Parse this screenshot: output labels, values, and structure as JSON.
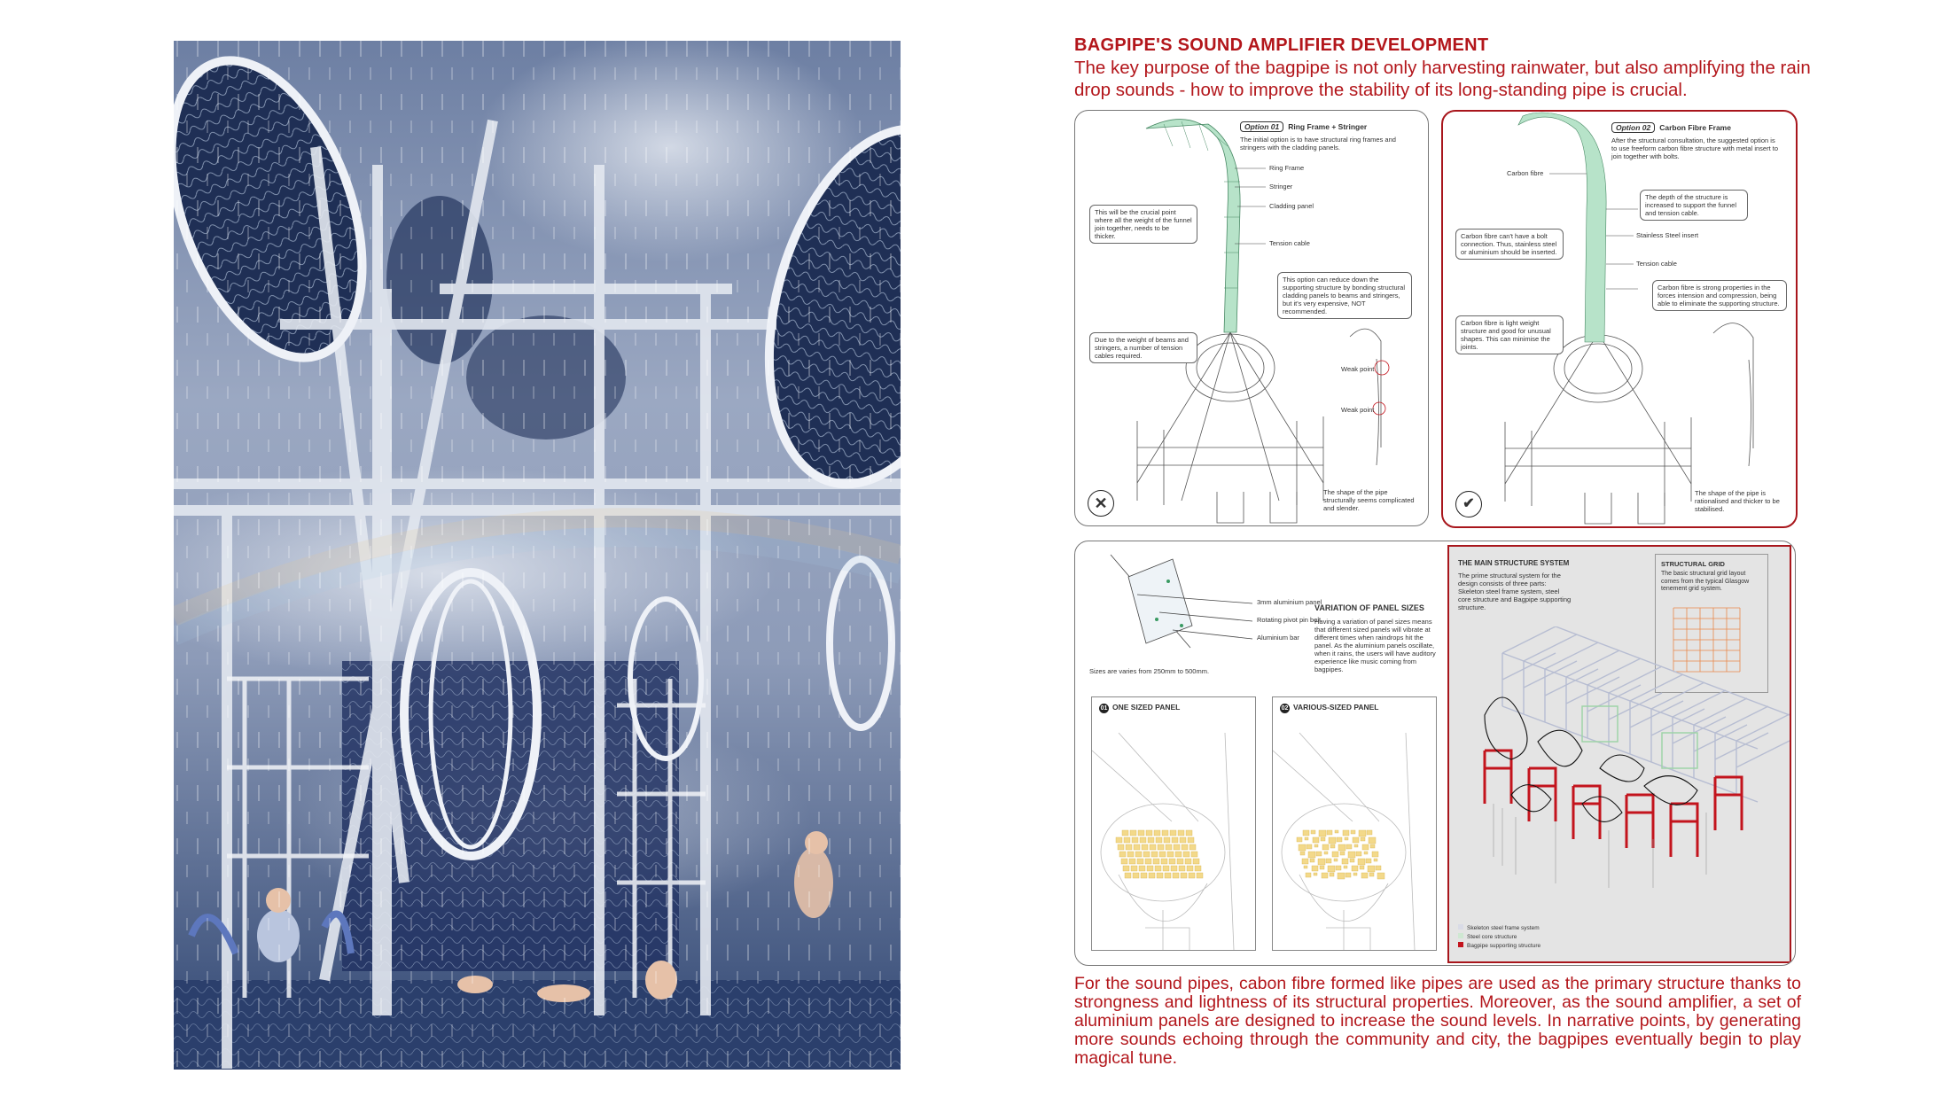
{
  "heading": "BAGPIPE'S SOUND AMPLIFIER DEVELOPMENT",
  "intro": "The key purpose of the bagpipe is not only harvesting rainwater, but also amplifying the rain drop sounds - how to improve the stability of its long-standing pipe is crucial.",
  "option1": {
    "badge": "Option 01",
    "title": "Ring Frame + Stringer",
    "description": "The initial option is to have structural ring frames and stringers with the cladding panels.",
    "labels": [
      "Ring Frame",
      "Stringer",
      "Cladding panel",
      "Tension cable"
    ],
    "callout_crucial": "This will be the crucial point where all the weight of the funnel join together, needs to be thicker.",
    "callout_reduce": "This option can reduce down the supporting structure by bonding structural cladding panels to beams and stringers, but it's very expensive, NOT recommended.",
    "callout_weight": "Due to the weight of beams and stringers, a number of tension cables required.",
    "weak1": "Weak point",
    "weak2": "Weak point",
    "shape_note": "The shape of the pipe structurally seems complicated and slender.",
    "mark": "✕",
    "mark_icon": "cross-icon"
  },
  "option2": {
    "badge": "Option 02",
    "title": "Carbon Fibre Frame",
    "description": "After the structural consultation, the suggested option is to use freeform carbon fibre structure with metal insert to join together with bolts.",
    "label_carbon": "Carbon fibre",
    "label_depth": "The depth of the structure is increased to support the funnel and tension cable.",
    "label_stainless": "Stainless Steel insert",
    "callout_bolt": "Carbon fibre can't have a bolt connection. Thus, stainless steel or aluminium should be inserted.",
    "label_tension": "Tension cable",
    "callout_strong": "Carbon fibre is strong properties in the forces intension and compression, being able to eliminate the supporting structure.",
    "callout_light": "Carbon fibre is light weight structure and good for unusual shapes. This can minimise the joints.",
    "shape_note": "The shape of the pipe is rationalised and thicker to be stabilised.",
    "mark": "✔",
    "mark_icon": "check-icon"
  },
  "panels": {
    "label_aluminium": "3mm aluminium panel",
    "label_pivot": "Rotating pivot pin bolt",
    "label_bar": "Aluminium bar",
    "sizes_note": "Sizes are varies from 250mm to 500mm.",
    "variation_title": "VARIATION OF PANEL SIZES",
    "variation_text": "Having a variation of panel sizes means that different sized panels will vibrate at different times when raindrops hit the panel. As the aluminium panels oscillate, when it rains, the users will have auditory experience like music coming from bagpipes.",
    "sub1_num": "01",
    "sub1_title": "ONE SIZED PANEL",
    "sub2_num": "02",
    "sub2_title": "VARIOUS-SIZED PANEL"
  },
  "structure": {
    "title": "THE MAIN STRUCTURE SYSTEM",
    "text": "The prime structural system for the design consists of three parts: Skeleton steel frame system, steel core structure and Bagpipe supporting structure.",
    "grid_title": "STRUCTURAL GRID",
    "grid_text": "The basic structural grid layout comes from the typical Glasgow tenement grid system.",
    "legend": [
      {
        "label": "Skeleton steel frame system",
        "color": "#d9dbe6"
      },
      {
        "label": "Steel core structure",
        "color": "#cfe8d2"
      },
      {
        "label": "Bagpipe supporting structure",
        "color": "#c3141d"
      }
    ]
  },
  "closing": "For the sound pipes, cabon fibre formed like pipes are used as the primary structure thanks to strongness and lightness of its structural properties. Moreover, as the sound amplifier, a set of aluminium panels are designed to increase the sound levels. In narrative points, by generating more sounds echoing through the community and city, the bagpipes eventually begin to play magical tune."
}
